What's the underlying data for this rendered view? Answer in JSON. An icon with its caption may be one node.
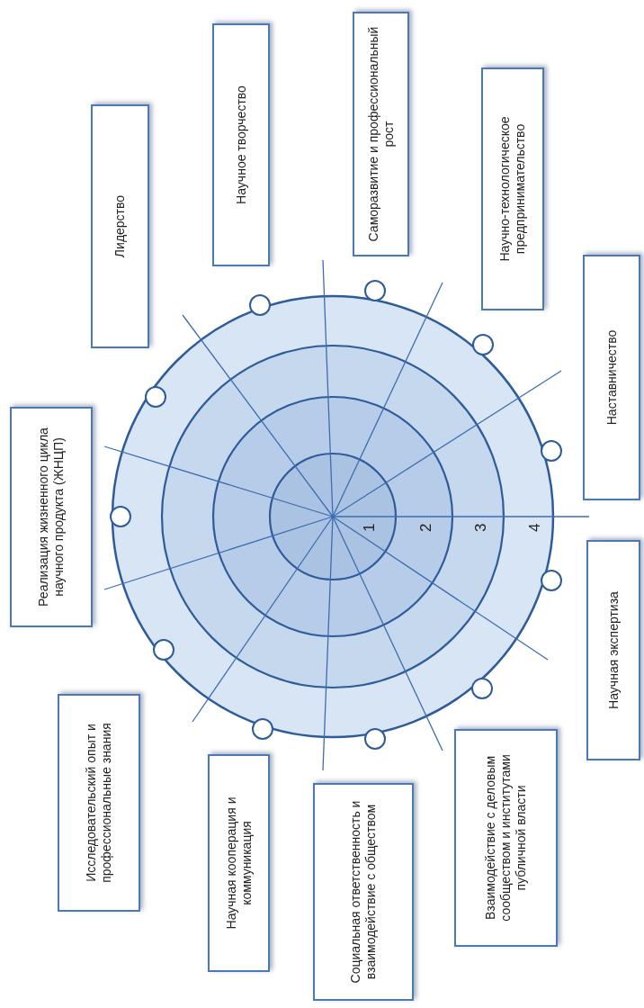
{
  "diagram": {
    "nodes": [
      {
        "text": [
          "Реализация жизненного цикла научного продукта (ЖНЦП)"
        ]
      },
      {
        "text": [
          "Лидерство"
        ]
      },
      {
        "text": [
          "Научное творчество"
        ]
      },
      {
        "text": [
          "Саморазвитие и профессиональный рост"
        ]
      },
      {
        "text": [
          "Научно-технологическое предпринимательство"
        ]
      },
      {
        "text": [
          "Наставничество"
        ]
      },
      {
        "text": [
          "Научная экспертиза"
        ]
      },
      {
        "text": [
          "Взаимодействие с деловым сообществом и институтами публичной власти"
        ]
      },
      {
        "text": [
          "Социальная ответственность и взаимодействие с обществом"
        ]
      },
      {
        "text": [
          "Научная кооперация и коммуникация"
        ]
      },
      {
        "text": [
          "Исследовательский опыт и профессиональные знания"
        ]
      }
    ],
    "labels": [
      "1",
      "2",
      "3",
      "4"
    ]
  }
}
